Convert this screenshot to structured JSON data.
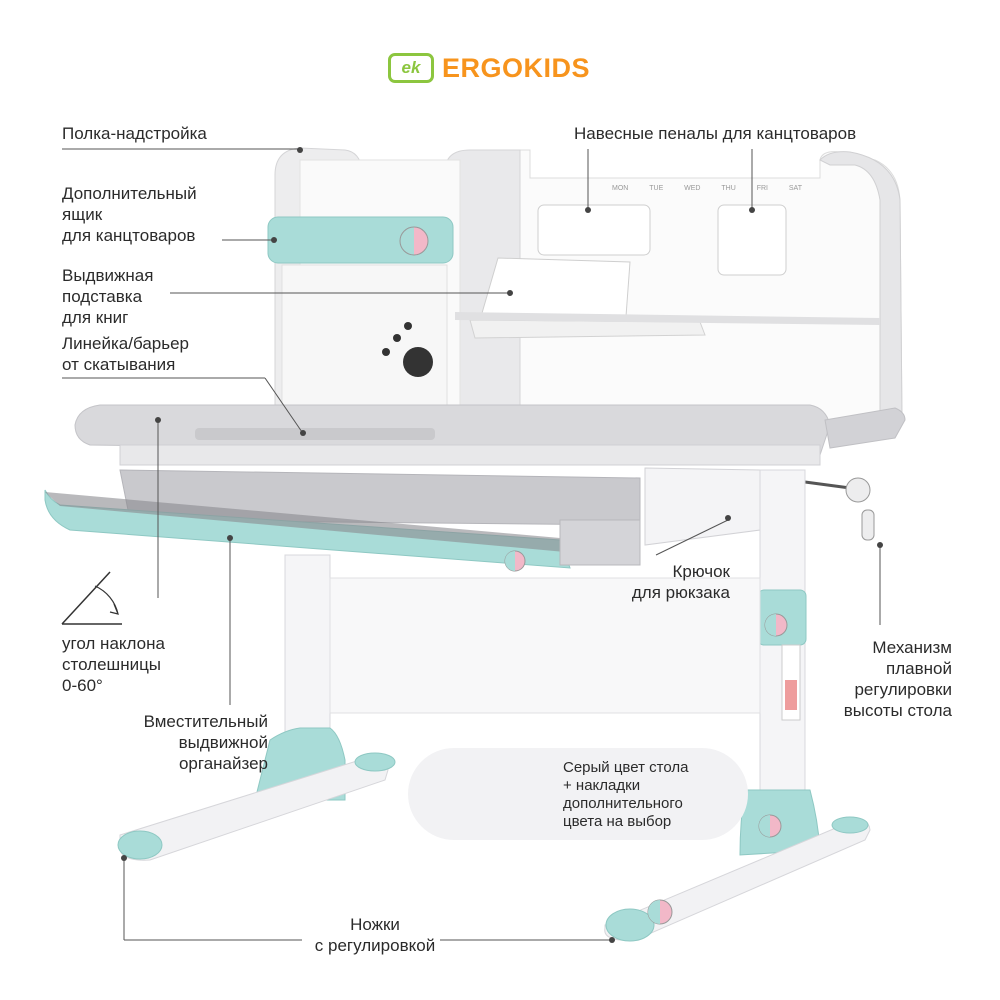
{
  "brand": {
    "mark": "ek",
    "name": "ERGOKIDS",
    "mark_color": "#8cc63f",
    "name_color": "#f7941d"
  },
  "colors": {
    "accent_blue": "#a9dcd8",
    "accent_pink": "#f2b8c8",
    "desk_grey": "#d9d9dc"
  },
  "board": {
    "days": [
      "MON",
      "TUE",
      "WED",
      "THU",
      "FRI",
      "SAT"
    ]
  },
  "labels": {
    "shelf": "Полка-надстройка",
    "extra_box": [
      "Дополнительный",
      "ящик",
      "для канцтоваров"
    ],
    "book_stand": [
      "Выдвижная",
      "подставка",
      "для книг"
    ],
    "ruler": [
      "Линейка/барьер",
      "от скатывания"
    ],
    "hanging_cases": "Навесные пеналы для канцтоваров",
    "tilt": [
      "угол наклона",
      "столешницы",
      "0-60°"
    ],
    "organizer": [
      "Вместительный",
      "выдвижной",
      "органайзер"
    ],
    "hook": [
      "Крючок",
      "для рюкзака"
    ],
    "mechanism": [
      "Механизм",
      "плавной",
      "регулировки",
      "высоты стола"
    ],
    "legs": [
      "Ножки",
      "с регулировкой"
    ],
    "color_option": [
      "Серый цвет стола",
      "+ накладки",
      "дополнительного",
      "цвета на выбор"
    ]
  }
}
